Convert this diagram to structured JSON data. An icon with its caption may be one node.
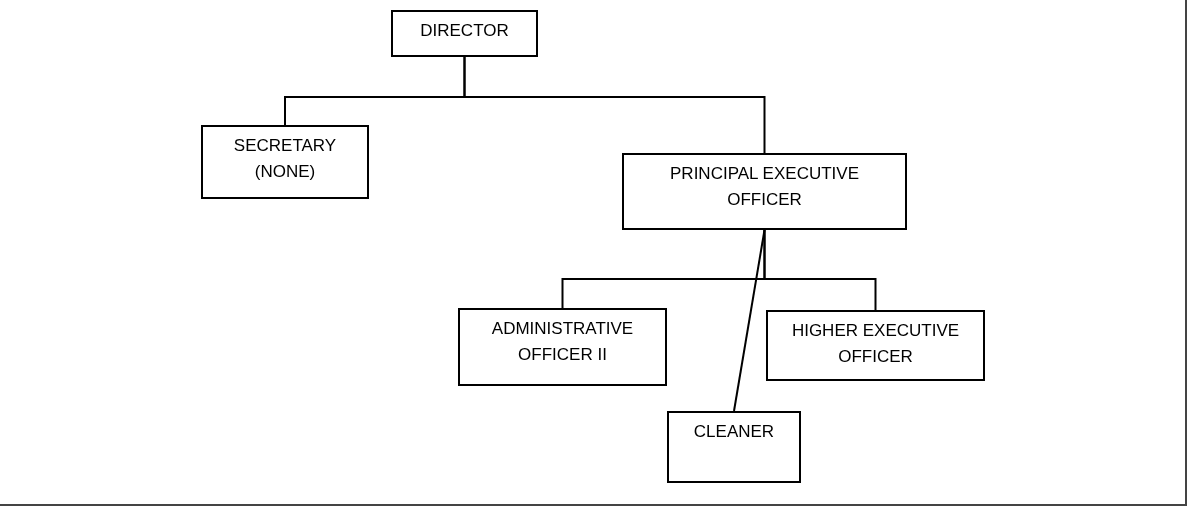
{
  "diagram": {
    "nodes": [
      {
        "text": [
          "DIRECTOR"
        ]
      },
      {
        "text": [
          "SECRETARY (NONE)"
        ]
      },
      {
        "text": [
          "PRINCIPAL EXECUTIVE OFFICER"
        ]
      },
      {
        "text": [
          "ADMINISTRATIVE OFFICER II"
        ]
      },
      {
        "text": [
          "HIGHER EXECUTIVE OFFICER"
        ]
      },
      {
        "text": [
          "CLEANER"
        ]
      }
    ],
    "edges": [
      {
        "from": 0,
        "to": 1,
        "arrow": "none"
      },
      {
        "from": 0,
        "to": 2,
        "arrow": "none"
      },
      {
        "from": 2,
        "to": 3,
        "arrow": "none"
      },
      {
        "from": 2,
        "to": 4,
        "arrow": "none"
      },
      {
        "from": 2,
        "to": 5,
        "arrow": "none"
      }
    ]
  }
}
